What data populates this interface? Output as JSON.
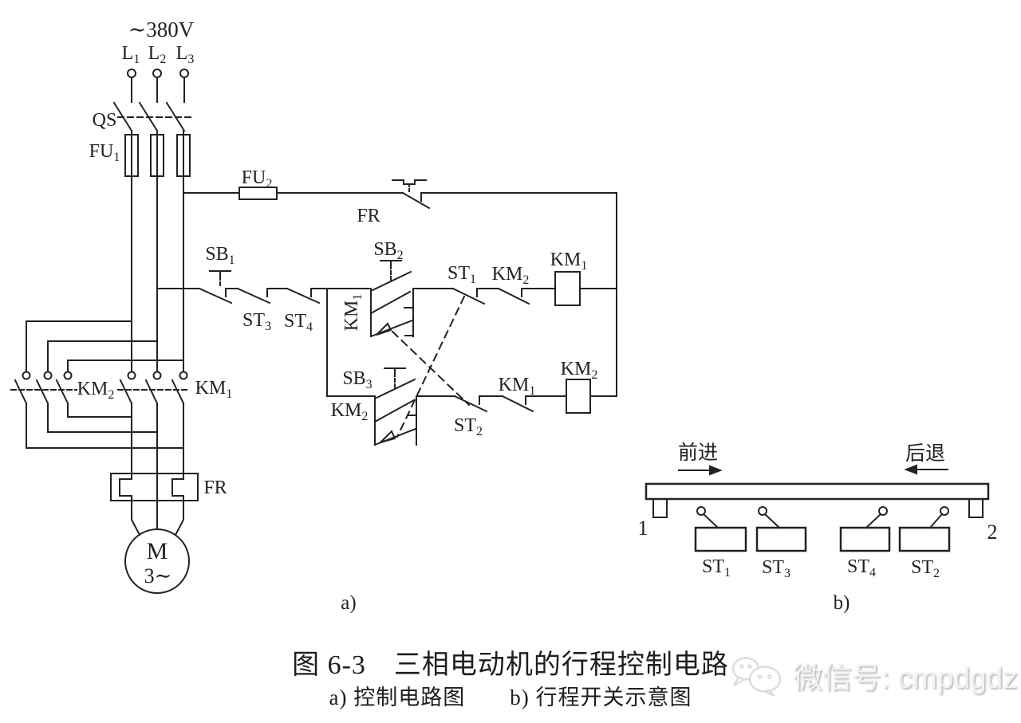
{
  "colors": {
    "line": "#222222",
    "background": "#ffffff",
    "watermark_text": "#f3f2ef"
  },
  "supply": {
    "voltage": "∼380V",
    "phases": [
      {
        "base": "L",
        "sub": "1"
      },
      {
        "base": "L",
        "sub": "2"
      },
      {
        "base": "L",
        "sub": "3"
      }
    ]
  },
  "labels": {
    "qs": "QS",
    "fu1": {
      "base": "FU",
      "sub": "1"
    },
    "fu2": {
      "base": "FU",
      "sub": "2"
    },
    "fr": "FR",
    "sb1": {
      "base": "SB",
      "sub": "1"
    },
    "sb2": {
      "base": "SB",
      "sub": "2"
    },
    "sb3": {
      "base": "SB",
      "sub": "3"
    },
    "st1": {
      "base": "ST",
      "sub": "1"
    },
    "st2": {
      "base": "ST",
      "sub": "2"
    },
    "st3": {
      "base": "ST",
      "sub": "3"
    },
    "st4": {
      "base": "ST",
      "sub": "4"
    },
    "km1": {
      "base": "KM",
      "sub": "1"
    },
    "km2": {
      "base": "KM",
      "sub": "2"
    },
    "motor_m": "M",
    "motor_phase": "3∼"
  },
  "diagram_b": {
    "forward_label": "前进",
    "backward_label": "后退",
    "position_left": "1",
    "position_right": "2"
  },
  "caption": {
    "label_a": "a)",
    "label_b": "b)",
    "title": "图 6-3　三相电动机的行程控制电路",
    "subtitle": "a) 控制电路图　　b) 行程开关示意图"
  },
  "watermark": {
    "text": "微信号: cmpdgdz"
  }
}
